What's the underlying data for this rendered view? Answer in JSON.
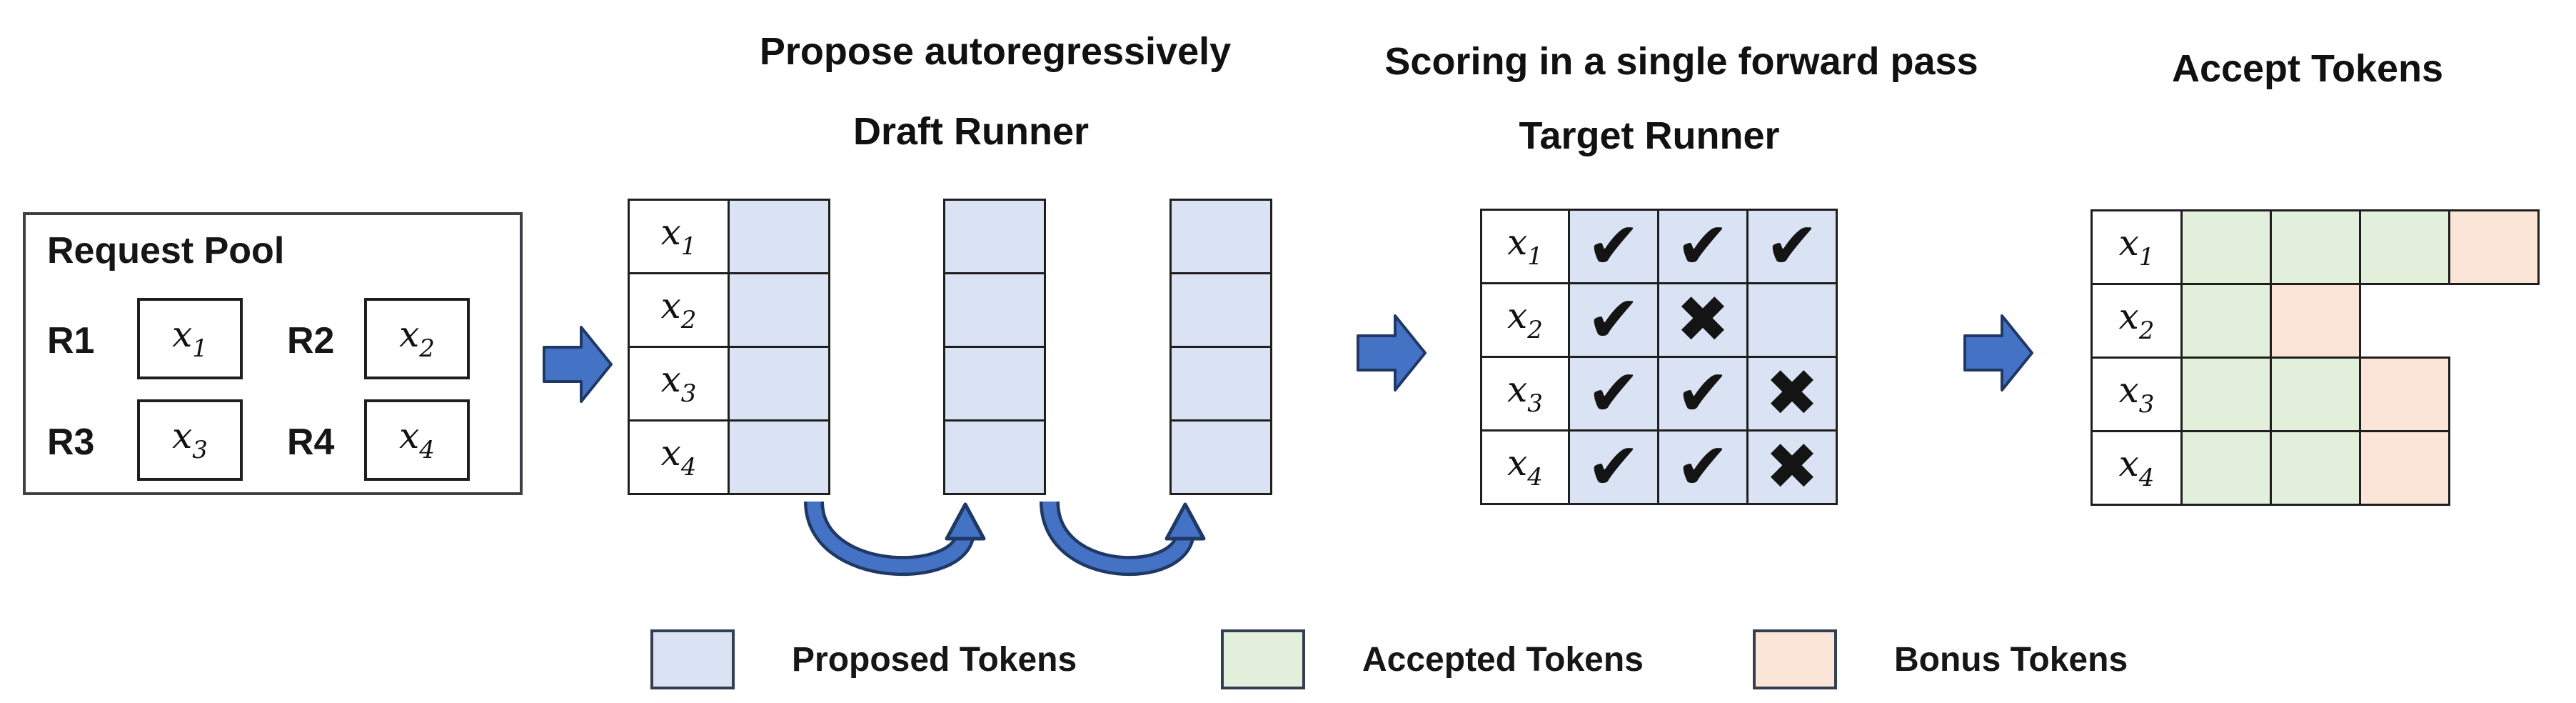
{
  "colors": {
    "proposed": "#dae3f3",
    "accepted": "#e2efda",
    "bonus": "#fbe5d6",
    "arrow": "#4472c4",
    "arrow_outline": "#1f3864",
    "border": "#1f1f1f"
  },
  "glyphs": {
    "check": "✔",
    "cross": "✖"
  },
  "request_pool": {
    "title": "Request Pool",
    "items": [
      {
        "label": "R1",
        "token": {
          "base": "x",
          "sub": "1"
        }
      },
      {
        "label": "R2",
        "token": {
          "base": "x",
          "sub": "2"
        }
      },
      {
        "label": "R3",
        "token": {
          "base": "x",
          "sub": "3"
        }
      },
      {
        "label": "R4",
        "token": {
          "base": "x",
          "sub": "4"
        }
      }
    ]
  },
  "draft": {
    "title": "Propose autoregressively",
    "subtitle": "Draft Runner",
    "row_labels": [
      {
        "base": "x",
        "sub": "1"
      },
      {
        "base": "x",
        "sub": "2"
      },
      {
        "base": "x",
        "sub": "3"
      },
      {
        "base": "x",
        "sub": "4"
      }
    ],
    "main_column": [
      "proposed",
      "proposed",
      "proposed",
      "proposed"
    ],
    "extra_columns": [
      [
        "proposed",
        "proposed",
        "proposed",
        "proposed"
      ],
      [
        "proposed",
        "proposed",
        "proposed",
        "proposed"
      ]
    ]
  },
  "target": {
    "title": "Scoring in a single forward pass",
    "subtitle": "Target Runner",
    "rows": [
      {
        "label": {
          "base": "x",
          "sub": "1"
        },
        "marks": [
          "check",
          "check",
          "check"
        ]
      },
      {
        "label": {
          "base": "x",
          "sub": "2"
        },
        "marks": [
          "check",
          "cross",
          "none"
        ]
      },
      {
        "label": {
          "base": "x",
          "sub": "3"
        },
        "marks": [
          "check",
          "check",
          "cross"
        ]
      },
      {
        "label": {
          "base": "x",
          "sub": "4"
        },
        "marks": [
          "check",
          "check",
          "cross"
        ]
      }
    ]
  },
  "accept": {
    "title": "Accept Tokens",
    "rows": [
      {
        "label": {
          "base": "x",
          "sub": "1"
        },
        "cells": [
          "accepted",
          "accepted",
          "accepted",
          "bonus"
        ]
      },
      {
        "label": {
          "base": "x",
          "sub": "2"
        },
        "cells": [
          "accepted",
          "bonus"
        ]
      },
      {
        "label": {
          "base": "x",
          "sub": "3"
        },
        "cells": [
          "accepted",
          "accepted",
          "bonus"
        ]
      },
      {
        "label": {
          "base": "x",
          "sub": "4"
        },
        "cells": [
          "accepted",
          "accepted",
          "bonus"
        ]
      }
    ]
  },
  "legend": {
    "items": [
      {
        "type": "proposed",
        "label": "Proposed Tokens"
      },
      {
        "type": "accepted",
        "label": "Accepted Tokens"
      },
      {
        "type": "bonus",
        "label": "Bonus Tokens"
      }
    ]
  }
}
